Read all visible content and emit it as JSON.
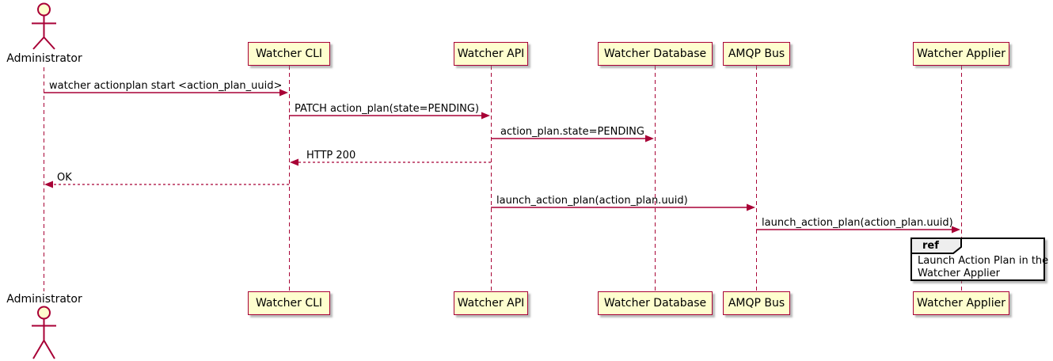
{
  "actor": {
    "label": "Administrator"
  },
  "participants": [
    {
      "label": "Watcher CLI"
    },
    {
      "label": "Watcher API"
    },
    {
      "label": "Watcher Database"
    },
    {
      "label": "AMQP Bus"
    },
    {
      "label": "Watcher Applier"
    }
  ],
  "messages": [
    {
      "text": "watcher actionplan start <action_plan_uuid>",
      "from": "Administrator",
      "to": "Watcher CLI",
      "style": "solid"
    },
    {
      "text": "PATCH action_plan(state=PENDING)",
      "from": "Watcher CLI",
      "to": "Watcher API",
      "style": "solid"
    },
    {
      "text": "action_plan.state=PENDING",
      "from": "Watcher API",
      "to": "Watcher Database",
      "style": "solid"
    },
    {
      "text": "HTTP 200",
      "from": "Watcher API",
      "to": "Watcher CLI",
      "style": "dashed"
    },
    {
      "text": "OK",
      "from": "Watcher CLI",
      "to": "Administrator",
      "style": "dashed"
    },
    {
      "text": "launch_action_plan(action_plan.uuid)",
      "from": "Watcher API",
      "to": "AMQP Bus",
      "style": "solid"
    },
    {
      "text": "launch_action_plan(action_plan.uuid)",
      "from": "AMQP Bus",
      "to": "Watcher Applier",
      "style": "solid"
    }
  ],
  "ref": {
    "keyword": "ref",
    "line1": "Launch Action Plan in the",
    "line2": "Watcher Applier"
  },
  "colors": {
    "participant_fill": "#FEFECE",
    "line": "#A80036",
    "ref_label_fill": "#EEEEEE",
    "text": "#000000",
    "background": "#FFFFFF"
  }
}
